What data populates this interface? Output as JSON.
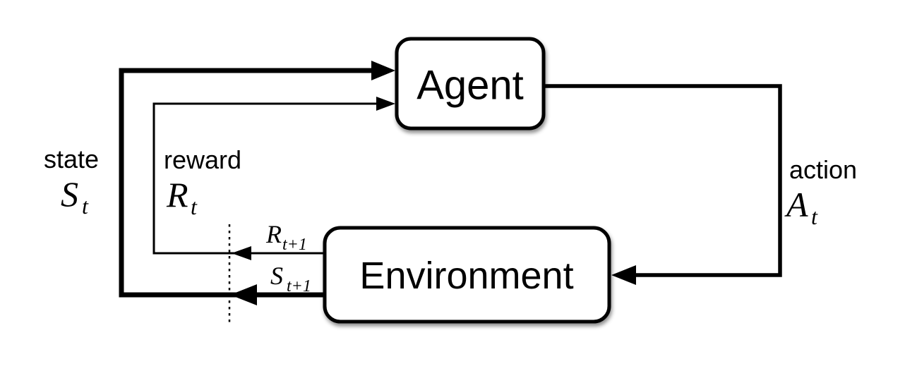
{
  "diagram": {
    "colors": {
      "background": "#ffffff",
      "line": "#000000",
      "node_fill": "#ffffff"
    },
    "nodes": {
      "agent": {
        "label": "Agent"
      },
      "environment": {
        "label": "Environment"
      }
    },
    "edges": {
      "state": {
        "word": "state",
        "symbol": "S",
        "subscript": "t"
      },
      "reward": {
        "word": "reward",
        "symbol": "R",
        "subscript": "t"
      },
      "action": {
        "word": "action",
        "symbol": "A",
        "subscript": "t"
      },
      "next_reward": {
        "symbol": "R",
        "subscript": "t+1"
      },
      "next_state": {
        "symbol": "S",
        "subscript": "t+1"
      }
    }
  }
}
